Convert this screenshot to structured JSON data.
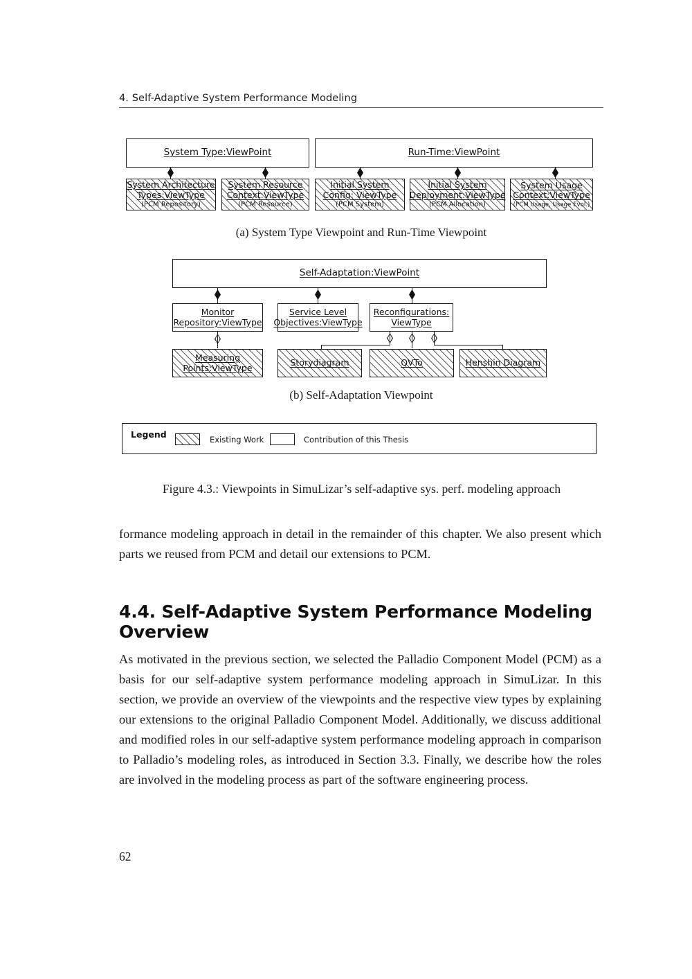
{
  "header": {
    "chapter": "4. Self-Adaptive System Performance Modeling"
  },
  "figure_a": {
    "viewpoints": [
      {
        "label": "System Type:ViewPoint"
      },
      {
        "label": "Run-Time:ViewPoint"
      }
    ],
    "viewtypes": [
      {
        "line1": "System Architecture",
        "line2": "Types:ViewType",
        "sub": "(PCM Repository)",
        "hatched": true
      },
      {
        "line1": "System Resource",
        "line2": "Context:ViewType",
        "sub": "(PCM Resource)",
        "hatched": true
      },
      {
        "line1": "Initial System",
        "line2": "Config: ViewType",
        "sub": "(PCM System)",
        "hatched": true
      },
      {
        "line1": "Initial System",
        "line2": "Deployment:ViewType",
        "sub": "(PCM Allocation)",
        "hatched": true
      },
      {
        "line1": "System Usage",
        "line2": "Context:ViewType",
        "sub": "(PCM Usage, Usage Evol.)",
        "hatched": true
      }
    ],
    "caption": "(a) System Type Viewpoint and Run-Time Viewpoint"
  },
  "figure_b": {
    "viewpoint": {
      "label": "Self-Adaptation:ViewPoint"
    },
    "viewtypes": [
      {
        "line1": "Monitor",
        "line2": "Repository:ViewType",
        "hatched": false
      },
      {
        "line1": "Service Level",
        "line2": "Objectives:ViewType",
        "hatched": false
      },
      {
        "line1": "Reconfigurations:",
        "line2": "ViewType",
        "hatched": false
      }
    ],
    "leaves": [
      {
        "line1": "Measuring",
        "line2": "Points:ViewType",
        "hatched": true
      },
      {
        "line1": "Storydiagram",
        "line2": "",
        "hatched": true
      },
      {
        "line1": "QVTo",
        "line2": "",
        "hatched": true
      },
      {
        "line1": "Henshin Diagram",
        "line2": "",
        "hatched": true
      }
    ],
    "caption": "(b) Self-Adaptation Viewpoint"
  },
  "legend": {
    "title": "Legend",
    "items": [
      {
        "label": "Existing Work",
        "hatched": true
      },
      {
        "label": "Contribution of this Thesis",
        "hatched": false
      }
    ]
  },
  "figure_caption": "Figure 4.3.: Viewpoints in SimuLizar’s self-adaptive sys. perf. modeling approach",
  "body": {
    "paragraph1": "formance modeling approach in detail in the remainder of this chapter.  We also present which parts we reused from PCM and detail our extensions to PCM.",
    "section_number_title": "4.4. Self-Adaptive System Performance Modeling Overview",
    "paragraph2": "As motivated in the previous section, we selected the Palladio Component Model (PCM) as a basis for our self-adaptive system performance modeling approach in SimuLizar. In this section, we provide an overview of the viewpoints and the respective view types by explaining our extensions to the original Palladio Component Model.  Additionally, we discuss additional and modified roles in our self-adaptive system performance modeling approach in comparison to Palladio’s modeling roles, as introduced in Section 3.3. Finally, we describe how the roles are involved in the modeling process as part of the software engineering process.",
    "page_number": "62"
  }
}
